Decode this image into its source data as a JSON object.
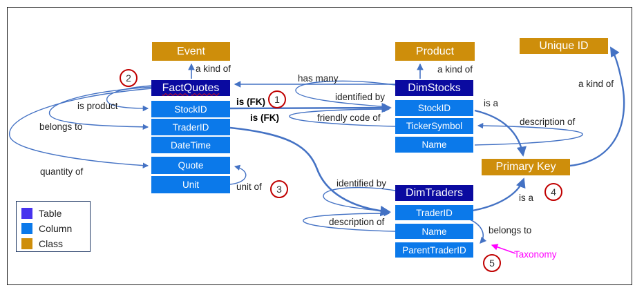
{
  "diagram": {
    "classes": {
      "event": "Event",
      "product": "Product",
      "unique_id": "Unique ID",
      "primary_key": "Primary Key"
    },
    "tables": [
      {
        "name": "FactQuotes",
        "columns": [
          "StockID",
          "TraderID",
          "DateTime",
          "Quote",
          "Unit"
        ]
      },
      {
        "name": "DimStocks",
        "columns": [
          "StockID",
          "TickerSymbol",
          "Name"
        ]
      },
      {
        "name": "DimTraders",
        "columns": [
          "TraderID",
          "Name",
          "ParentTraderID"
        ]
      }
    ],
    "edge_labels": {
      "a_kind_of_event": "a kind of",
      "a_kind_of_product": "a kind of",
      "a_kind_of_unique": "a kind of",
      "has_many": "has many",
      "is_fk_stock": "is (FK)",
      "is_fk_trader": "is (FK)",
      "identified_by_stocks": "identified by",
      "identified_by_traders": "identified by",
      "friendly_code_of": "friendly code of",
      "is_product": "is product",
      "belongs_to_fact": "belongs to",
      "belongs_to_trader": "belongs to",
      "quantity_of": "quantity of",
      "unit_of": "unit of",
      "is_a_stock": "is a",
      "is_a_trader": "is a",
      "description_of_stocks": "description of",
      "description_of_traders": "description of"
    },
    "callouts": {
      "c1": "1",
      "c2": "2",
      "c3": "3",
      "c4": "4",
      "c5": "5"
    },
    "annotation": {
      "text": "Taxonomy",
      "color": "#FF00FF"
    },
    "legend": {
      "items": [
        {
          "label": "Table",
          "color": "#4733EE"
        },
        {
          "label": "Column",
          "color": "#0B79EA"
        },
        {
          "label": "Class",
          "color": "#CE8E0B"
        }
      ]
    },
    "colors": {
      "table_header": "#0A0AA0",
      "column": "#0B79EA",
      "class": "#CE8E0B",
      "edge": "#4472C4",
      "callout_ring": "#C00000",
      "frame": "#1A1A1A"
    }
  }
}
